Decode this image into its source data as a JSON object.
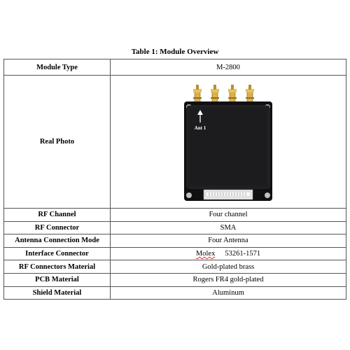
{
  "caption": "Table 1: Module Overview",
  "rows": {
    "module_type": {
      "label": "Module Type",
      "value": "M-2800"
    },
    "real_photo": {
      "label": "Real Photo",
      "ant_label": "Ant 1"
    },
    "rf_channel": {
      "label": "RF Channel",
      "value": "Four channel"
    },
    "rf_connector": {
      "label": "RF Connector",
      "value": "SMA"
    },
    "antenna_mode": {
      "label": "Antenna Connection Mode",
      "value": "Four Antenna"
    },
    "interface": {
      "label": "Interface Connector",
      "value_brand": "Molex",
      "value_part": "53261-1571"
    },
    "rf_material": {
      "label": "RF Connectors Material",
      "value": "Gold-plated brass"
    },
    "pcb": {
      "label": "PCB Material",
      "value": "Rogers FR4 gold-plated"
    },
    "shield": {
      "label": "Shield Material",
      "value": "Aluminum"
    }
  },
  "colors": {
    "module_body": "#1c1c1e",
    "pcb": "#101012",
    "connector_gold": "#c9a23a",
    "border": "#555555"
  }
}
